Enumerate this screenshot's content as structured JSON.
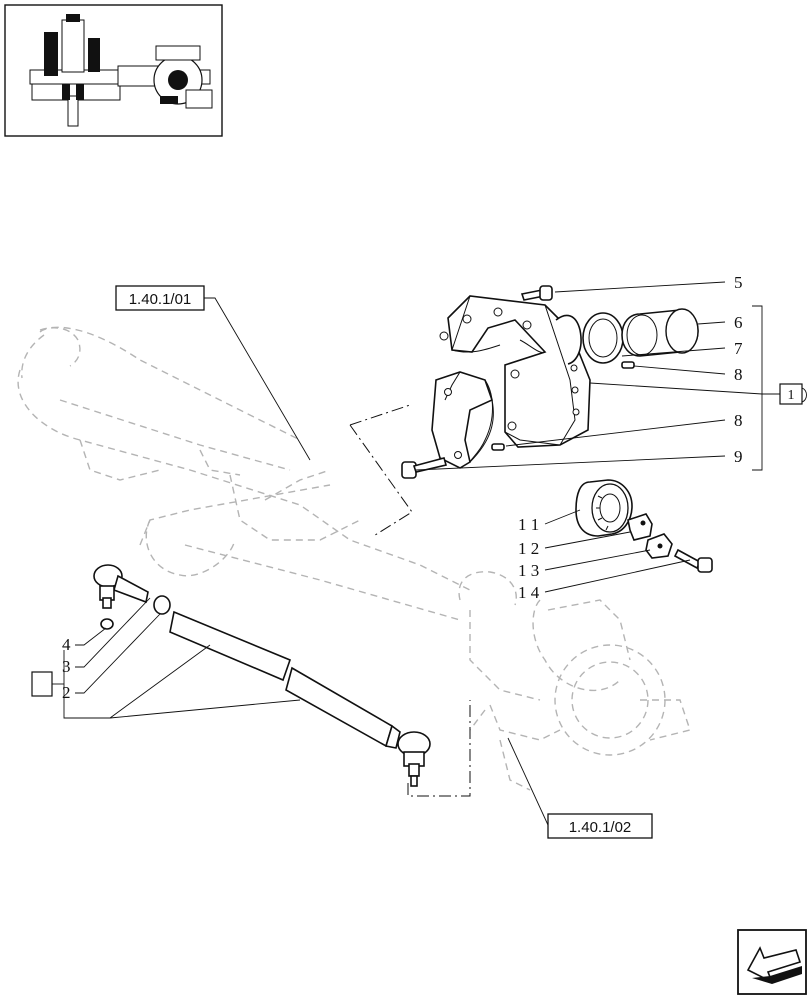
{
  "refs": {
    "upper": "1.40.1/01",
    "lower": "1.40.1/02"
  },
  "callouts": {
    "c5": "5",
    "c6": "6",
    "c7": "7",
    "c8a": "8",
    "c8b": "8",
    "c9": "9",
    "c11": "1 1",
    "c12": "1 2",
    "c13": "1 3",
    "c14": "1 4",
    "c4": "4",
    "c3": "3",
    "c2": "2"
  },
  "kit_box": {
    "label": "1"
  },
  "icons": {
    "thumbnail": "axle-thumbnail-icon",
    "nav": "next-page-arrow-icon",
    "kit_box": "kit-box-icon",
    "kit_box_left": "kit-box-icon"
  }
}
